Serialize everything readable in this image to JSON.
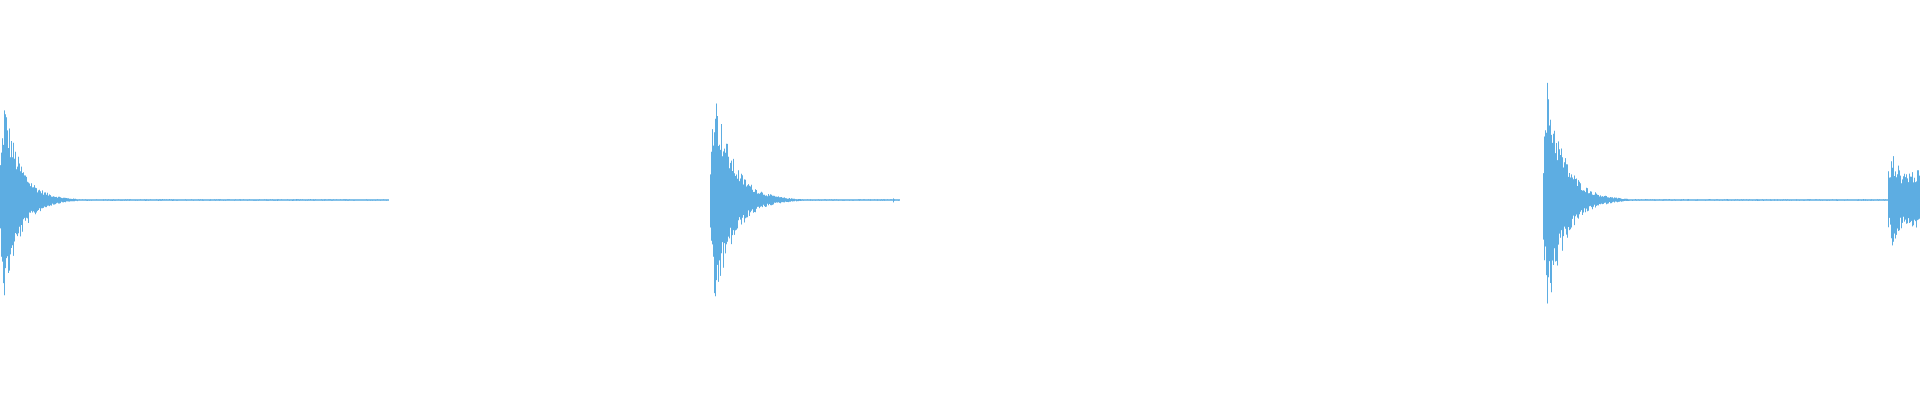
{
  "waveform": {
    "color": "#5dade2",
    "background": "#ffffff",
    "events": [
      {
        "kind": "hit",
        "start_s": 0.0,
        "peak": 0.86,
        "decay_s": 0.35,
        "tail_s": 2.82,
        "tail_level": 0.008
      },
      {
        "kind": "hit",
        "start_s": 5.8,
        "peak": 0.96,
        "decay_s": 0.4,
        "tail_s": 1.15,
        "tail_level": 0.008
      },
      {
        "kind": "click",
        "start_s": 7.29,
        "peak": 0.02
      },
      {
        "kind": "hit",
        "start_s": 12.6,
        "peak": 1.0,
        "decay_s": 0.38,
        "tail_s": 2.85,
        "tail_level": 0.008
      },
      {
        "kind": "onset",
        "start_s": 15.42,
        "peak": 0.4,
        "decay_s": 0.4,
        "tail_s": 0.3,
        "tail_level": 0.25
      }
    ],
    "duration_s": 15.68
  }
}
